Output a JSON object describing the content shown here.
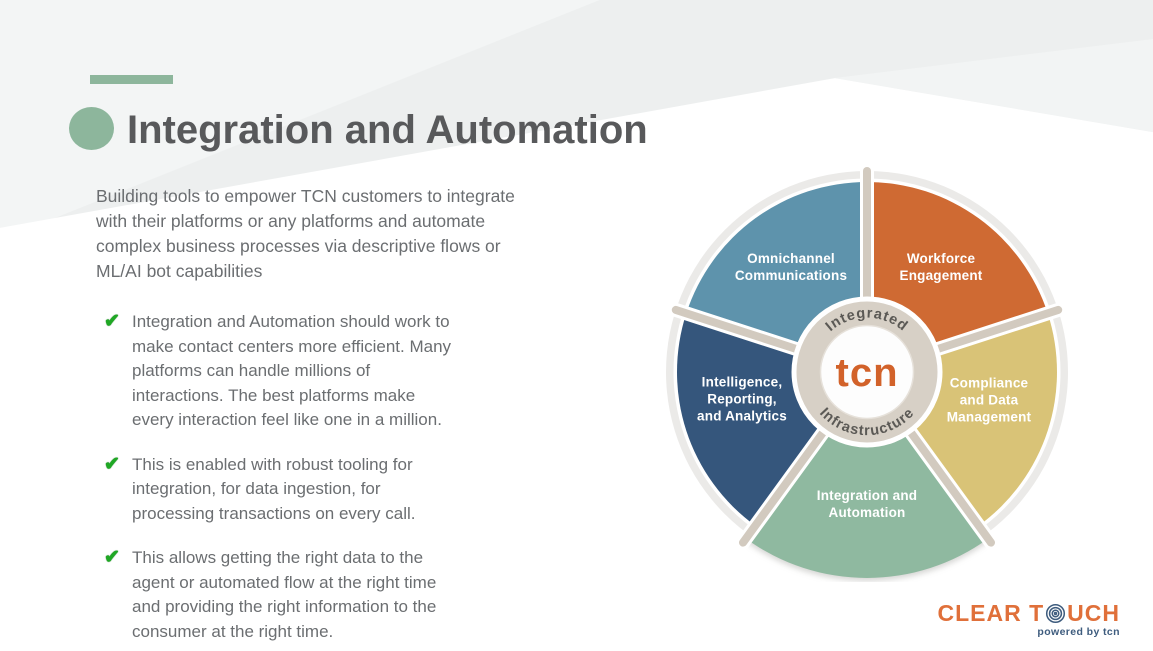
{
  "slide": {
    "title": "Integration and Automation",
    "intro": "Building tools to empower TCN customers to integrate with their platforms or any platforms and automate complex business processes via descriptive flows or ML/AI bot capabilities",
    "bullets": [
      "Integration and Automation should work to make contact centers more efficient. Many platforms can handle millions of interactions. The best platforms make every interaction feel like one in a million.",
      "This is enabled with robust tooling for integration, for data ingestion, for processing transactions on every call.",
      "This allows getting the right data to the agent or automated flow at the right time and providing the right information to the consumer at the right time."
    ],
    "accent_color": "#8db69c"
  },
  "chart_data": {
    "type": "pie",
    "title": "TCN Integrated Infrastructure wheel",
    "center_label": "tcn",
    "center_label_color": "#d2622a",
    "ring_top_label": "Integrated",
    "ring_bottom_label": "Infrastructure",
    "ring_color": "#d7d0c6",
    "spoke_color": "#d2cabf",
    "halo_color": "#ebeae8",
    "legend_position": "labels-inside-slices",
    "segments": [
      {
        "label": "Workforce Engagement",
        "label_display": "Workforce\nEngagement",
        "value": 20,
        "color": "#cf6a33",
        "start_angle": 90,
        "end_angle": 18,
        "highlighted": false
      },
      {
        "label": "Compliance and Data Management",
        "label_display": "Compliance\nand Data\nManagement",
        "value": 20,
        "color": "#d9c377",
        "start_angle": 18,
        "end_angle": -54,
        "highlighted": false
      },
      {
        "label": "Integration and Automation",
        "label_display": "Integration and\nAutomation",
        "value": 20,
        "color": "#8fb9a0",
        "start_angle": -54,
        "end_angle": -126,
        "highlighted": true
      },
      {
        "label": "Intelligence, Reporting, and Analytics",
        "label_display": "Intelligence,\nReporting,\nand Analytics",
        "value": 20,
        "color": "#35567c",
        "start_angle": -126,
        "end_angle": -198,
        "highlighted": false
      },
      {
        "label": "Omnichannel Communications",
        "label_display": "Omnichannel\nCommunications",
        "value": 20,
        "color": "#5e93ac",
        "start_angle": 162,
        "end_angle": 90,
        "highlighted": false
      }
    ]
  },
  "footer_logo": {
    "word_part1": "CLEAR T",
    "word_part2": "UCH",
    "tagline": "powered by tcn",
    "orange": "#e0703a",
    "navy": "#3e5c7e"
  }
}
